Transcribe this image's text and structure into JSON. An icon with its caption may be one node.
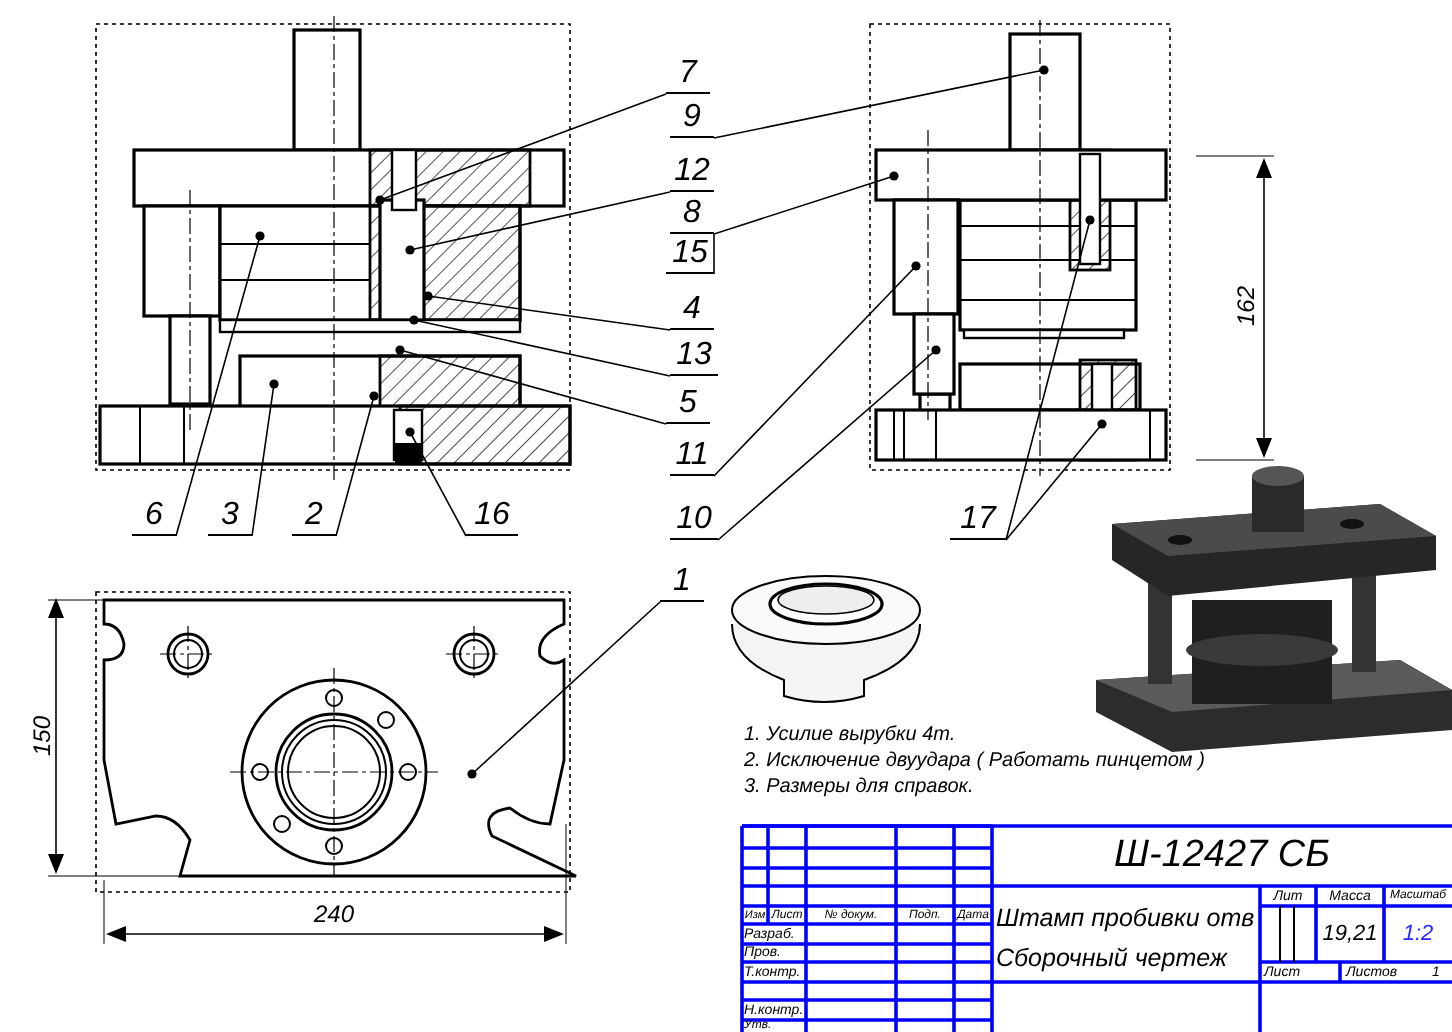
{
  "diagram": {
    "nodes": [
      {
        "text": [
          "7"
        ]
      },
      {
        "text": [
          "9"
        ]
      },
      {
        "text": [
          "12"
        ]
      },
      {
        "text": [
          "8"
        ]
      },
      {
        "text": [
          "15"
        ]
      },
      {
        "text": [
          "4"
        ]
      },
      {
        "text": [
          "13"
        ]
      },
      {
        "text": [
          "5"
        ]
      },
      {
        "text": [
          "11"
        ]
      },
      {
        "text": [
          "6"
        ]
      },
      {
        "text": [
          "3"
        ]
      },
      {
        "text": [
          "2"
        ]
      },
      {
        "text": [
          "16"
        ]
      },
      {
        "text": [
          "10"
        ]
      },
      {
        "text": [
          "17"
        ]
      },
      {
        "text": [
          "1"
        ]
      },
      {
        "text": [],
        "shape": "box"
      },
      {
        "text": [],
        "shape": "box"
      },
      {
        "text": [],
        "shape": "box"
      },
      {
        "text": [],
        "shape": "box"
      },
      {
        "text": [],
        "shape": "box"
      },
      {
        "text": [],
        "shape": "box"
      }
    ],
    "edges": [
      {
        "from": 0,
        "to": null,
        "arrow": "other"
      },
      {
        "from": 1,
        "to": 16,
        "arrow": "other"
      },
      {
        "from": 2,
        "to": null,
        "arrow": "other"
      },
      {
        "from": 3,
        "to": 17,
        "arrow": "other"
      },
      {
        "from": 4,
        "to": 17,
        "arrow": "other"
      },
      {
        "from": 5,
        "to": null,
        "arrow": "other"
      },
      {
        "from": 6,
        "to": null,
        "arrow": "other"
      },
      {
        "from": 7,
        "to": null,
        "arrow": "other"
      },
      {
        "from": 8,
        "to": 18,
        "arrow": "other"
      },
      {
        "from": 9,
        "to": null,
        "arrow": "other"
      },
      {
        "from": 10,
        "to": null,
        "arrow": "other"
      },
      {
        "from": 11,
        "to": null,
        "arrow": "other"
      },
      {
        "from": 12,
        "to": null,
        "arrow": "other"
      },
      {
        "from": 13,
        "to": 19,
        "arrow": "other"
      },
      {
        "from": 14,
        "to": 20,
        "arrow": "other"
      },
      {
        "from": 14,
        "to": 21,
        "arrow": "other"
      },
      {
        "from": 15,
        "to": null,
        "arrow": "other"
      }
    ],
    "labels": [
      "162",
      "150",
      "240",
      "1. Усилие вырубки 4т.",
      "2. Исключение двуудара ( Работать пинцетом )",
      "3. Размеры для справок.",
      "Ш-12427 СБ",
      "Штамп пробивки отв",
      "Лит",
      "Масса",
      "Масштаб",
      "Изм",
      "Лист",
      "№ докум.",
      "Подп.",
      "Дата",
      "Сборочный чертеж",
      "Разраб.",
      "19,21",
      "1:2",
      "Пров.",
      "Т.контр.",
      "Лист",
      "Листов",
      "1",
      "Н.контр.",
      "Утв."
    ]
  }
}
